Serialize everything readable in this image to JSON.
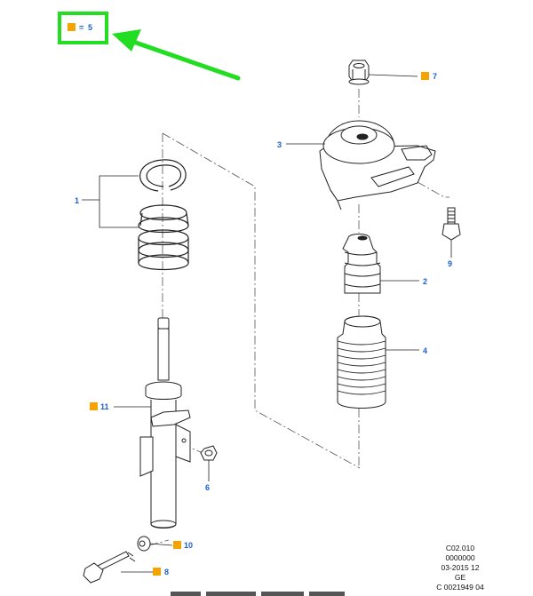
{
  "legend": {
    "marker_color": "#f5a300",
    "equals": "=",
    "value": "5",
    "highlight_color": "#22dd22"
  },
  "arrow_color": "#22dd22",
  "callout_color": "#1a5fd0",
  "marker_color": "#f5a300",
  "callouts": [
    {
      "id": "7",
      "label": "7",
      "marked": true
    },
    {
      "id": "3",
      "label": "3",
      "marked": false
    },
    {
      "id": "1",
      "label": "1",
      "marked": false
    },
    {
      "id": "9",
      "label": "9",
      "marked": false
    },
    {
      "id": "2",
      "label": "2",
      "marked": false
    },
    {
      "id": "4",
      "label": "4",
      "marked": false
    },
    {
      "id": "11",
      "label": "11",
      "marked": true
    },
    {
      "id": "6",
      "label": "6",
      "marked": false
    },
    {
      "id": "10",
      "label": "10",
      "marked": true
    },
    {
      "id": "8",
      "label": "8",
      "marked": true
    }
  ],
  "reference": {
    "line1": "C02.010",
    "line2": "0000000",
    "line3": "03-2015 12",
    "line4": "GE",
    "line5": "C 0021949 04"
  }
}
